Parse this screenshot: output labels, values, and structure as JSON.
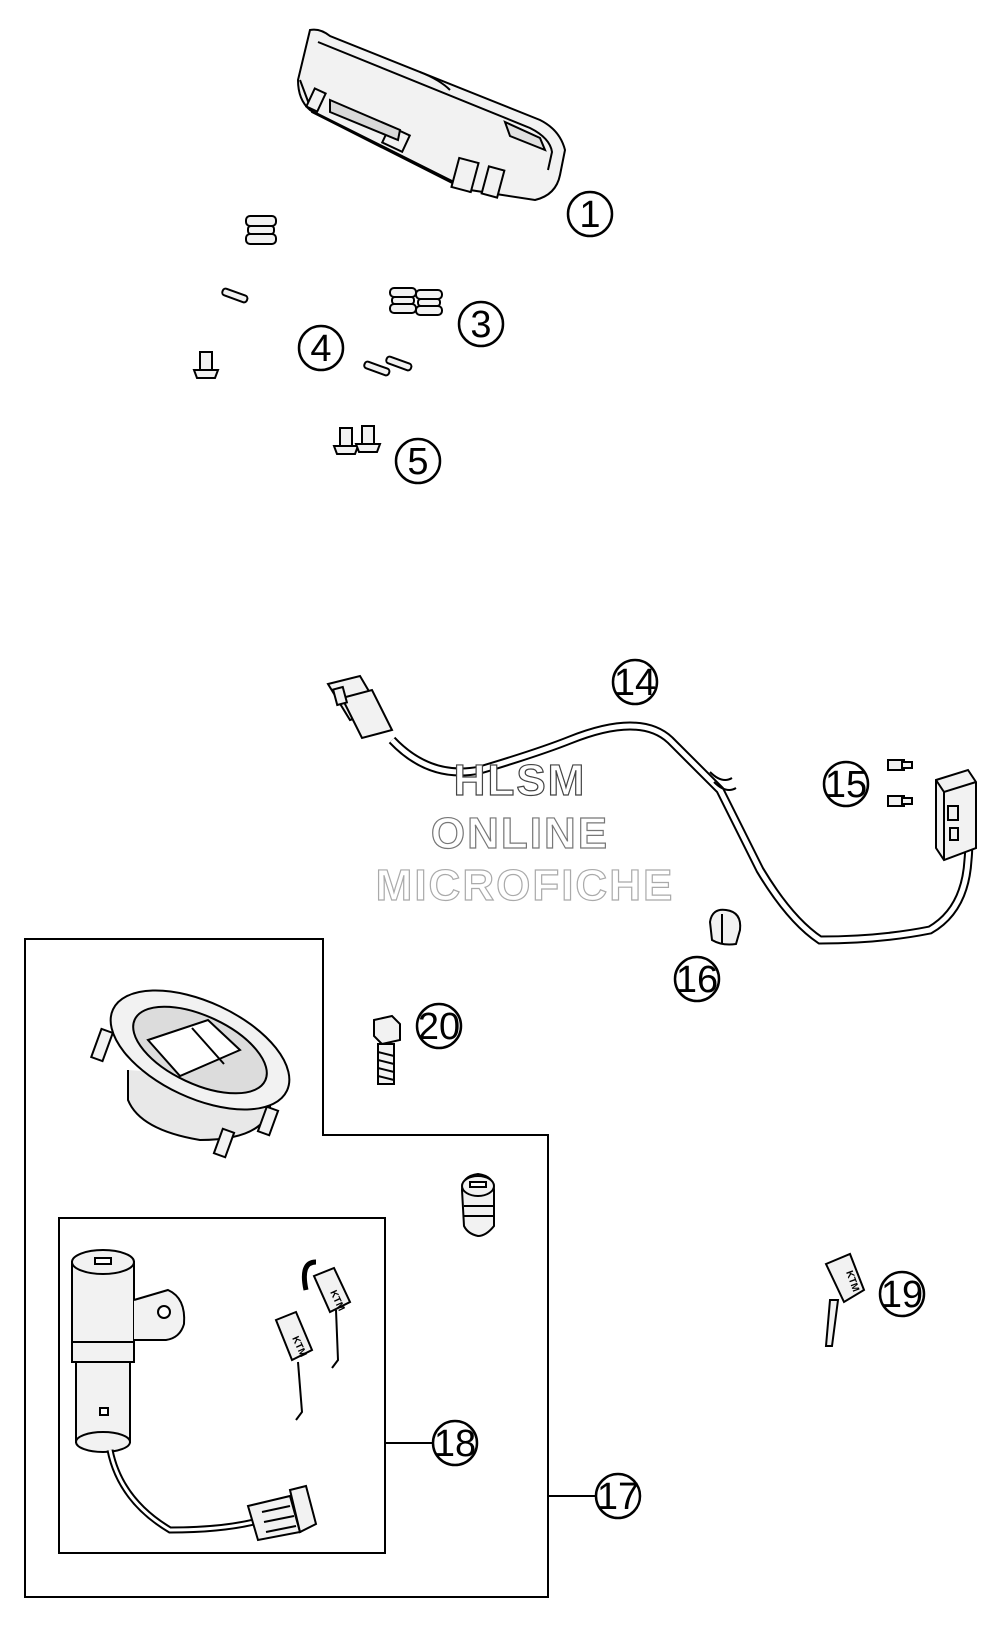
{
  "watermark": {
    "line1": "HLSM",
    "line2": "ONLINE",
    "line3": "MICROFICHE"
  },
  "callouts": [
    {
      "id": "c1",
      "label": "1"
    },
    {
      "id": "c3",
      "label": "3"
    },
    {
      "id": "c4",
      "label": "4"
    },
    {
      "id": "c5",
      "label": "5"
    },
    {
      "id": "c14",
      "label": "14"
    },
    {
      "id": "c15",
      "label": "15"
    },
    {
      "id": "c16",
      "label": "16"
    },
    {
      "id": "c17",
      "label": "17"
    },
    {
      "id": "c18",
      "label": "18"
    },
    {
      "id": "c19",
      "label": "19"
    },
    {
      "id": "c20",
      "label": "20"
    }
  ],
  "brand_mark": "KTM",
  "colors": {
    "line": "#000000",
    "part_fill": "#f2f2f2",
    "watermark_stroke_1": "#444444",
    "watermark_stroke_2": "#777777",
    "watermark_stroke_3": "#aaaaaa"
  }
}
